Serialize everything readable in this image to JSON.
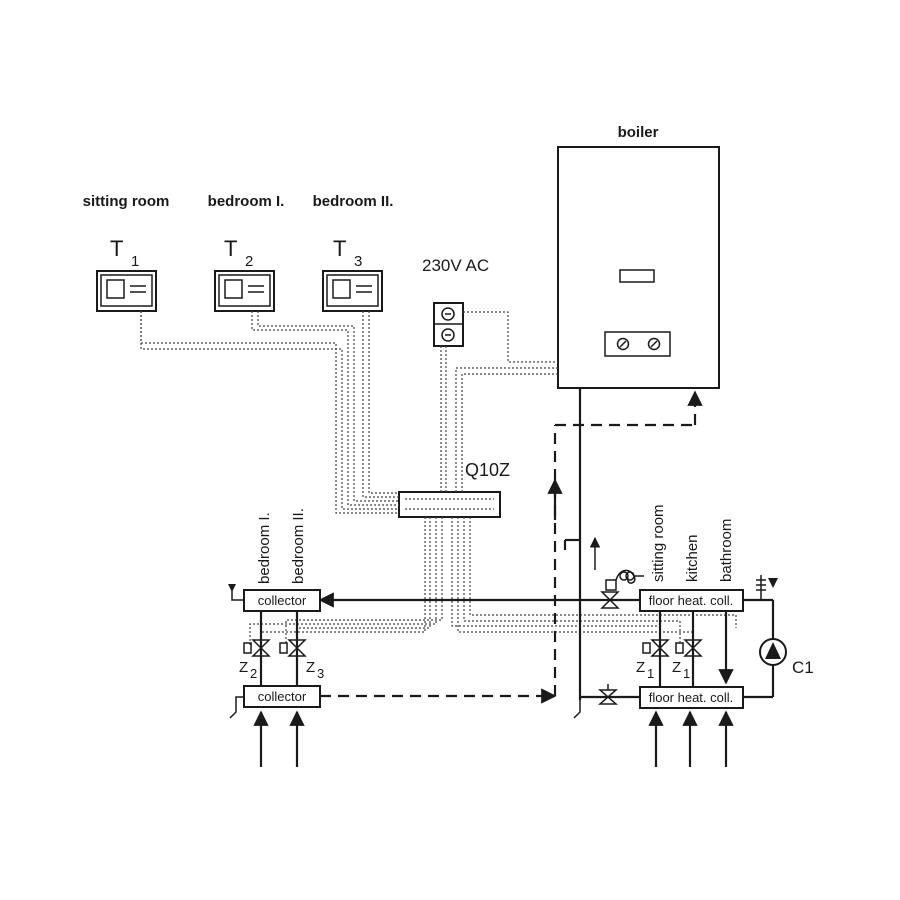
{
  "rooms": {
    "sitting_room": "sitting room",
    "bedroom1": "bedroom I.",
    "bedroom2": "bedroom II."
  },
  "thermostats": [
    {
      "letter": "T",
      "index": "1"
    },
    {
      "letter": "T",
      "index": "2"
    },
    {
      "letter": "T",
      "index": "3"
    }
  ],
  "power_label": "230V AC",
  "boiler_label": "boiler",
  "controller_label": "Q10Z",
  "left_collectors": {
    "top_label": "collector",
    "bottom_label": "collector",
    "branch_labels": [
      "bedroom I.",
      "bedroom II."
    ],
    "valves": [
      {
        "letter": "Z",
        "index": "2"
      },
      {
        "letter": "Z",
        "index": "3"
      }
    ]
  },
  "right_collectors": {
    "top_label": "floor heat. coll.",
    "bottom_label": "floor heat. coll.",
    "branch_labels": [
      "sitting room",
      "kitchen",
      "bathroom"
    ],
    "valves": [
      {
        "letter": "Z",
        "index": "1"
      },
      {
        "letter": "Z",
        "index": "1"
      }
    ]
  },
  "pump_label": "C1"
}
